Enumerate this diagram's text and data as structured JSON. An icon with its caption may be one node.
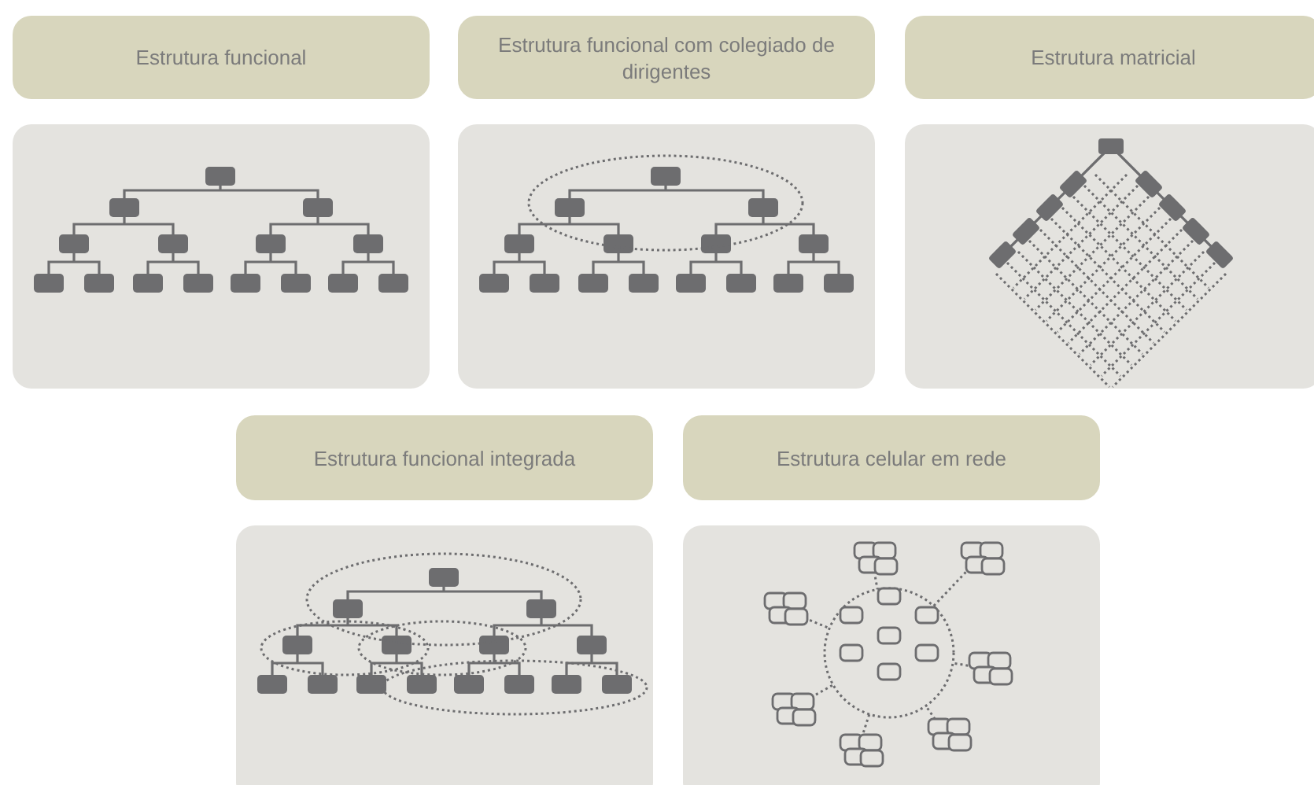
{
  "diagram": {
    "nodes": [
      {
        "text": [
          "Estrutura funcional"
        ]
      },
      {
        "text": [
          "Estrutura funcional com colegiado de dirigentes"
        ]
      },
      {
        "text": [
          "Estrutura matricial"
        ]
      },
      {
        "text": [],
        "shape": "picture"
      },
      {
        "text": [],
        "shape": "picture"
      },
      {
        "text": [],
        "shape": "picture"
      },
      {
        "text": [
          "Estrutura funcional integrada"
        ]
      },
      {
        "text": [
          "Estrutura celular em rede"
        ]
      },
      {
        "text": [],
        "shape": "picture"
      },
      {
        "text": [],
        "shape": "picture"
      }
    ]
  }
}
